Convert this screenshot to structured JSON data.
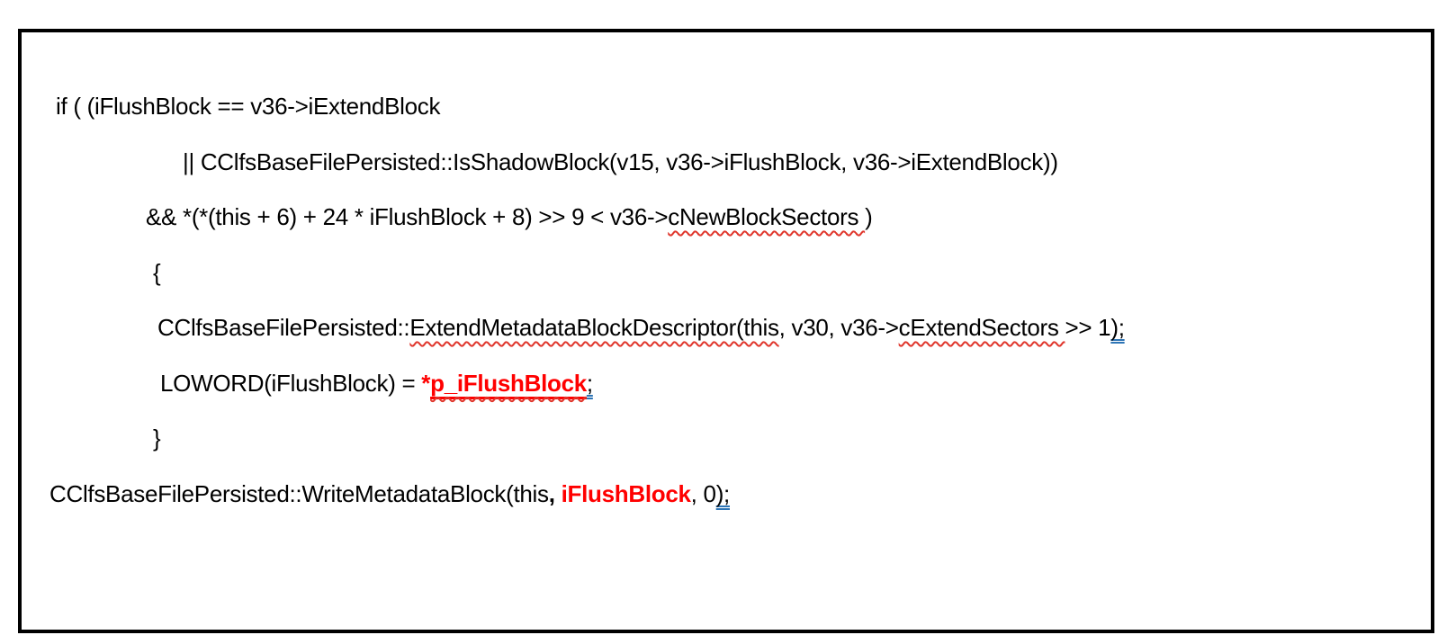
{
  "document": {
    "colors": {
      "page_background": "#ffffff",
      "frame_border": "#000000",
      "code_text": "#000000",
      "highlight_red": "#ff0000",
      "spell_squiggle_red": "#e0362c",
      "grammar_underline_blue": "#2e75b6"
    },
    "code": {
      "lines": [
        {
          "indent": 38,
          "segments": [
            {
              "text": "if ( (iFlushBlock == v36->iExtendBlock",
              "style": "",
              "name": "code-text"
            }
          ]
        },
        {
          "indent": 179,
          "segments": [
            {
              "text": "|| CClfsBaseFilePersisted::IsShadowBlock(v15, v36->iFlushBlock, v36->iExtendBlock))",
              "style": "",
              "name": "code-text"
            }
          ]
        },
        {
          "indent": 138,
          "segments": [
            {
              "text": "&& *(*(this + 6) + 24 * iFlushBlock + 8) >> 9 < v36->",
              "style": "",
              "name": "code-text"
            },
            {
              "text": "cNewBlockSectors ",
              "style": "sp",
              "name": "spell-flagged-text"
            },
            {
              "text": ")",
              "style": "",
              "name": "code-text"
            }
          ]
        },
        {
          "indent": 146,
          "segments": [
            {
              "text": "{",
              "style": "",
              "name": "code-text"
            }
          ]
        },
        {
          "indent": 151,
          "segments": [
            {
              "text": "CClfsBaseFilePersisted::",
              "style": "",
              "name": "code-text"
            },
            {
              "text": "ExtendMetadataBlockDescriptor(this",
              "style": "sp",
              "name": "spell-flagged-text"
            },
            {
              "text": ", v30, v36->",
              "style": "",
              "name": "code-text"
            },
            {
              "text": "cExtendSectors ",
              "style": "sp",
              "name": "spell-flagged-text"
            },
            {
              "text": ">> 1",
              "style": "",
              "name": "code-text"
            },
            {
              "text": ");",
              "style": "gr",
              "name": "grammar-flagged-text"
            }
          ]
        },
        {
          "indent": 154,
          "segments": [
            {
              "text": "LOWORD(iFlushBlock) = ",
              "style": "",
              "name": "code-text"
            },
            {
              "text": "*",
              "style": "red",
              "name": "highlighted-red-text"
            },
            {
              "text": "p_iFlushBlock",
              "style": "red ins sp",
              "name": "highlighted-red-underlined-text"
            },
            {
              "text": ";",
              "style": "gr",
              "name": "grammar-flagged-text"
            }
          ]
        },
        {
          "indent": 146,
          "segments": [
            {
              "text": "}",
              "style": "",
              "name": "code-text"
            }
          ]
        },
        {
          "indent": 31,
          "segments": [
            {
              "text": "CClfsBaseFilePersisted::WriteMetadataBlock(this",
              "style": "",
              "name": "code-text"
            },
            {
              "text": ",",
              "style": "b",
              "name": "bold-comma-text"
            },
            {
              "text": " ",
              "style": "",
              "name": "code-text"
            },
            {
              "text": "iFlushBlock",
              "style": "red",
              "name": "highlighted-red-text"
            },
            {
              "text": ", 0",
              "style": "",
              "name": "code-text"
            },
            {
              "text": ");",
              "style": "gr",
              "name": "grammar-flagged-text"
            }
          ]
        }
      ]
    }
  }
}
